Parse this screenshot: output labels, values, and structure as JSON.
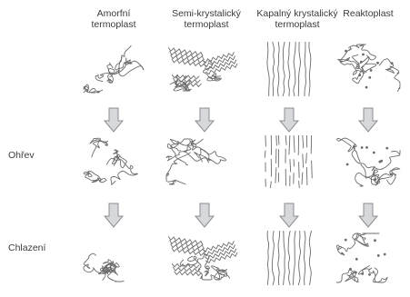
{
  "columns": [
    {
      "line1": "Amorfní",
      "line2": "termoplast",
      "kind": "amorphous"
    },
    {
      "line1": "Semi-krystalický",
      "line2": "termoplast",
      "kind": "semicrystalline"
    },
    {
      "line1": "Kapalný krystalický",
      "line2": "termoplast",
      "kind": "liquidcrystal"
    },
    {
      "line1": "Reaktoplast",
      "line2": "",
      "kind": "thermoset"
    }
  ],
  "rows": [
    {
      "label": ""
    },
    {
      "label": "Ohřev"
    },
    {
      "label": "Chlazení"
    }
  ],
  "colors": {
    "line": "#6b6b6b",
    "arrow_fill": "#d6d8dc",
    "arrow_stroke": "#8a8c90"
  }
}
